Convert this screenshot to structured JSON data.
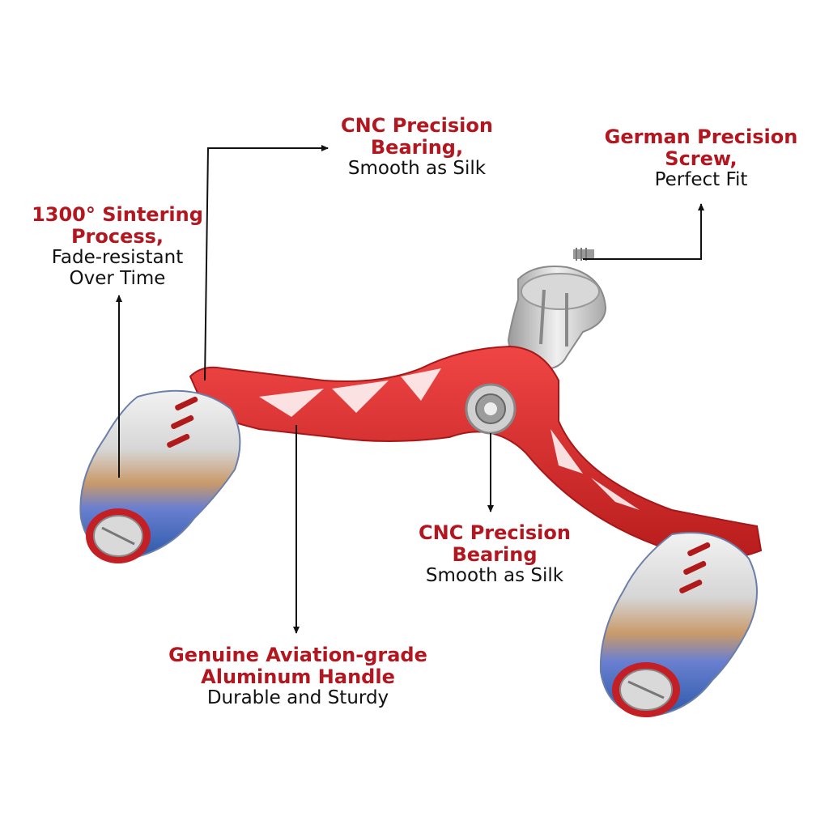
{
  "colors": {
    "accent_red": "#b3161f",
    "text": "#111111",
    "handle_red": "#d92b2b",
    "knob_blue": "#3f78c4",
    "silver": "#c8c8c8"
  },
  "callouts": {
    "top_bearing": {
      "title_1": "CNC Precision",
      "title_2": "Bearing,",
      "subtitle": "Smooth as Silk"
    },
    "screw": {
      "title_1": "German Precision",
      "title_2": "Screw,",
      "subtitle": "Perfect Fit"
    },
    "sintering": {
      "title_1": "1300° Sintering",
      "title_2": "Process,",
      "subtitle_1": "Fade-resistant",
      "subtitle_2": "Over Time"
    },
    "center_bearing": {
      "title_1": "CNC Precision",
      "title_2": "Bearing",
      "subtitle": "Smooth as Silk"
    },
    "aluminum": {
      "title_1": "Genuine Aviation-grade",
      "title_2": "Aluminum Handle",
      "subtitle": "Durable and Sturdy"
    }
  },
  "product": {
    "parts": [
      "handle-arm-icon",
      "left-knob-icon",
      "right-knob-icon",
      "center-bearing-icon",
      "screw-cap-icon"
    ]
  }
}
